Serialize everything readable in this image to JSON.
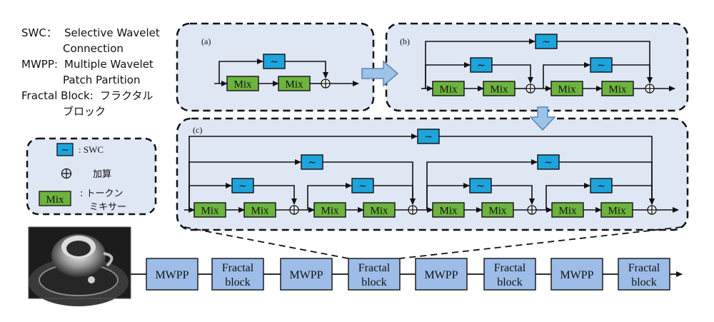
{
  "definitions": {
    "swc_term": "SWC：",
    "swc_line1": "Selective Wavelet",
    "swc_line2": "Connection",
    "mwpp_term": "MWPP:",
    "mwpp_line1": "Multiple Wavelet",
    "mwpp_line2": "Patch Partition",
    "fractal_term": "Fractal Block:",
    "fractal_line1": "フラクタル",
    "fractal_line2": "ブロック"
  },
  "legend": {
    "swc_symbol": "~",
    "swc_label": ": SWC",
    "add_label": "加算",
    "mix_symbol": "Mix",
    "mix_label_line1": ": トークン",
    "mix_label_line2": "ミキサー"
  },
  "panels": {
    "a_label": "(a)",
    "b_label": "(b)",
    "c_label": "(c)"
  },
  "blocks": {
    "mix": "Mix",
    "swc": "~"
  },
  "pipeline": {
    "mwpp": "MWPP",
    "fractal_line1": "Fractal",
    "fractal_line2": "block"
  },
  "colors": {
    "panel_fill": "#dfe7f5",
    "mix_fill": "#6db33f",
    "swc_fill": "#1ea4dc",
    "pipeline_fill": "#9dbde8",
    "arrow_fill": "#9dc3e6"
  }
}
